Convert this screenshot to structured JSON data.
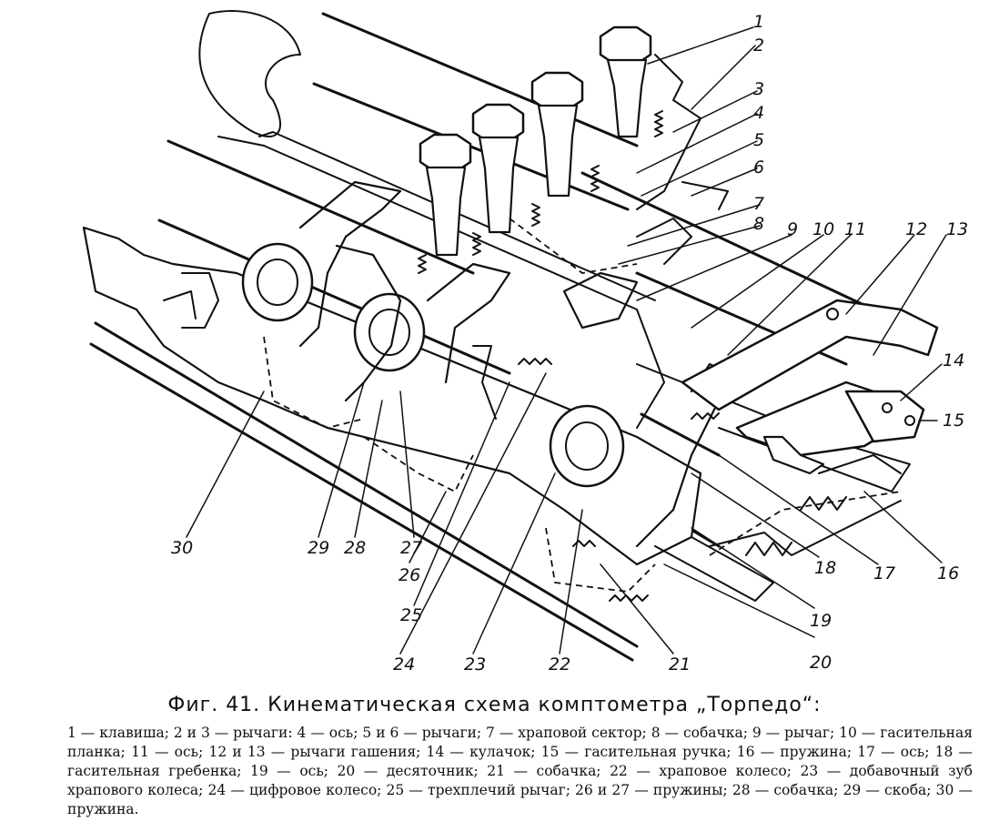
{
  "figure": {
    "callouts": [
      "1",
      "2",
      "3",
      "4",
      "5",
      "6",
      "7",
      "8",
      "9",
      "10",
      "11",
      "12",
      "13",
      "14",
      "15",
      "16",
      "17",
      "18",
      "19",
      "20",
      "21",
      "22",
      "23",
      "24",
      "25",
      "26",
      "27",
      "28",
      "29",
      "30"
    ]
  },
  "caption": {
    "title": "Фиг. 41. Кинематическая схема комптометра „Торпедо“:",
    "legend": "1 — клавиша; 2 и 3 — рычаги: 4 — ось; 5 и 6 — рычаги; 7 — храповой сектор; 8 — собачка; 9 — рычаг; 10 — гасительная планка; 11 — ось; 12 и 13 — рычаги гашения; 14 — кулачок; 15 — гасительная ручка; 16 — пружина; 17 — ось; 18 — гасительная гребенка; 19 — ось; 20 — десяточник; 21 — собачка; 22 — храповое колесо; 23 — добавочный зуб храпового колеса; 24 — цифровое колесо; 25 — трехплечий рычаг; 26 и 27 — пружины; 28 — собачка; 29 — скоба; 30 — пружина."
  }
}
